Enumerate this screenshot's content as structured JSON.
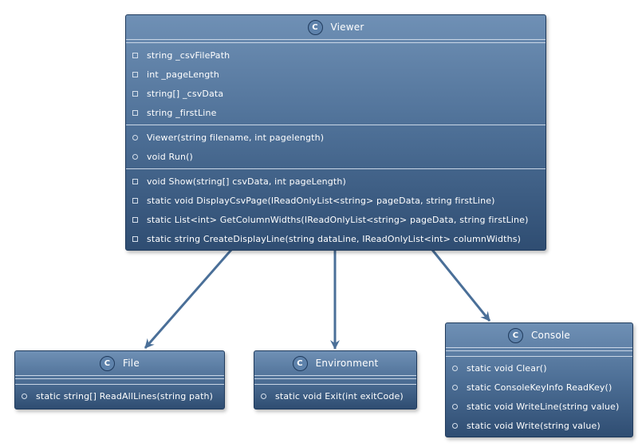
{
  "diagram": {
    "classes": {
      "viewer": {
        "stereotype_letter": "C",
        "name": "Viewer",
        "fields": [
          "string _csvFilePath",
          "int _pageLength",
          "string[] _csvData",
          "string _firstLine"
        ],
        "public_methods": [
          "Viewer(string filename, int pagelength)",
          "void Run()"
        ],
        "private_methods": [
          "void Show(string[] csvData, int pageLength)",
          "static void DisplayCsvPage(IReadOnlyList<string> pageData, string firstLine)",
          "static List<int> GetColumnWidths(IReadOnlyList<string> pageData, string firstLine)",
          "static string CreateDisplayLine(string dataLine, IReadOnlyList<int> columnWidths)"
        ]
      },
      "file": {
        "stereotype_letter": "C",
        "name": "File",
        "methods": [
          "static string[] ReadAllLines(string path)"
        ]
      },
      "environment": {
        "stereotype_letter": "C",
        "name": "Environment",
        "methods": [
          "static void Exit(int exitCode)"
        ]
      },
      "console": {
        "stereotype_letter": "C",
        "name": "Console",
        "methods": [
          "static void Clear()",
          "static ConsoleKeyInfo ReadKey()",
          "static void WriteLine(string value)",
          "static void Write(string value)"
        ]
      }
    },
    "relations": [
      {
        "from": "Viewer",
        "to": "File"
      },
      {
        "from": "Viewer",
        "to": "Environment"
      },
      {
        "from": "Viewer",
        "to": "Console"
      }
    ],
    "colors": {
      "class_top": "#6f90b5",
      "class_bottom": "#2f4d72",
      "border": "#1f3a5c",
      "arrow": "#4a6f98",
      "text": "#ffffff"
    }
  }
}
